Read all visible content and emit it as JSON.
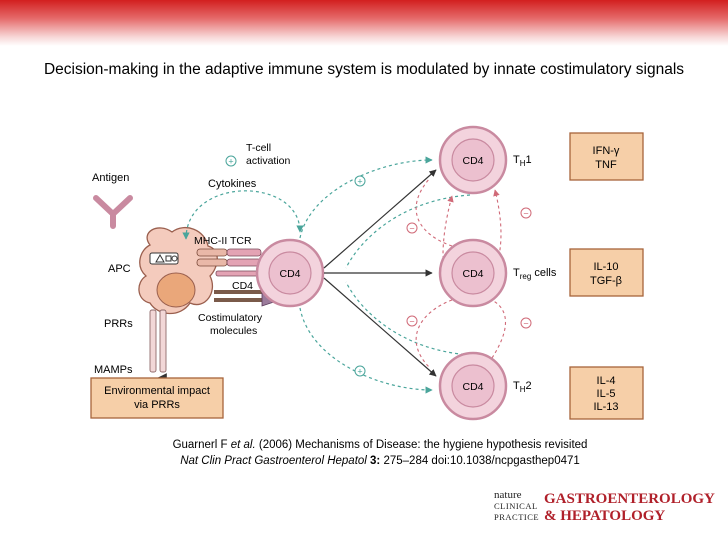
{
  "title": "Decision-making in the adaptive immune system is modulated by innate costimulatory signals",
  "labels": {
    "antigen": "Antigen",
    "apc": "APC",
    "prrs": "PRRs",
    "mamps": "MAMPs",
    "env_line1": "Environmental impact",
    "env_line2": "via PRRs",
    "tcell_line1": "T-cell",
    "tcell_line2": "activation",
    "cytokines": "Cytokines",
    "mhc_tcr": "MHC-II  TCR",
    "cd4": "CD4",
    "costim_line1": "Costimulatory",
    "costim_line2": "molecules",
    "th1_main": "T",
    "th1_sub": "H",
    "th1_suffix": "1",
    "treg_main": "T",
    "treg_sub": "reg",
    "treg_suffix": " cells",
    "th2_main": "T",
    "th2_sub": "H",
    "th2_suffix": "2",
    "plus": "+",
    "minus": "−"
  },
  "cytokine_boxes": [
    {
      "lines": [
        "IFN-γ",
        "TNF"
      ]
    },
    {
      "lines": [
        "IL-10",
        "TGF-β"
      ]
    },
    {
      "lines": [
        "IL-4",
        "IL-5",
        "IL-13"
      ]
    }
  ],
  "citation": {
    "line1_a": "Guarnerl F ",
    "line1_b": "et al.",
    "line1_c": " (2006) Mechanisms of Disease: the hygiene hypothesis revisited",
    "line2_a": "Nat Clin Pract Gastroenterol Hepatol",
    "line2_b": " 3:",
    "line2_c": " 275–284 doi:10.1038/ncpgasthep0471"
  },
  "logo": {
    "small_1": "nature",
    "small_2": "CLINICAL",
    "small_3": "PRACTICE",
    "big_1": "GASTROENTEROLOGY",
    "big_2": "& HEPATOLOGY"
  },
  "colors": {
    "cell_fill": "#f3d3dd",
    "cell_stroke": "#c98aa0",
    "box_fill": "#f6cfa8",
    "box_stroke": "#a7643b",
    "arrow_green": "#4aa59b",
    "arrow_red": "#d06a78",
    "brand_red": "#b0202a"
  }
}
